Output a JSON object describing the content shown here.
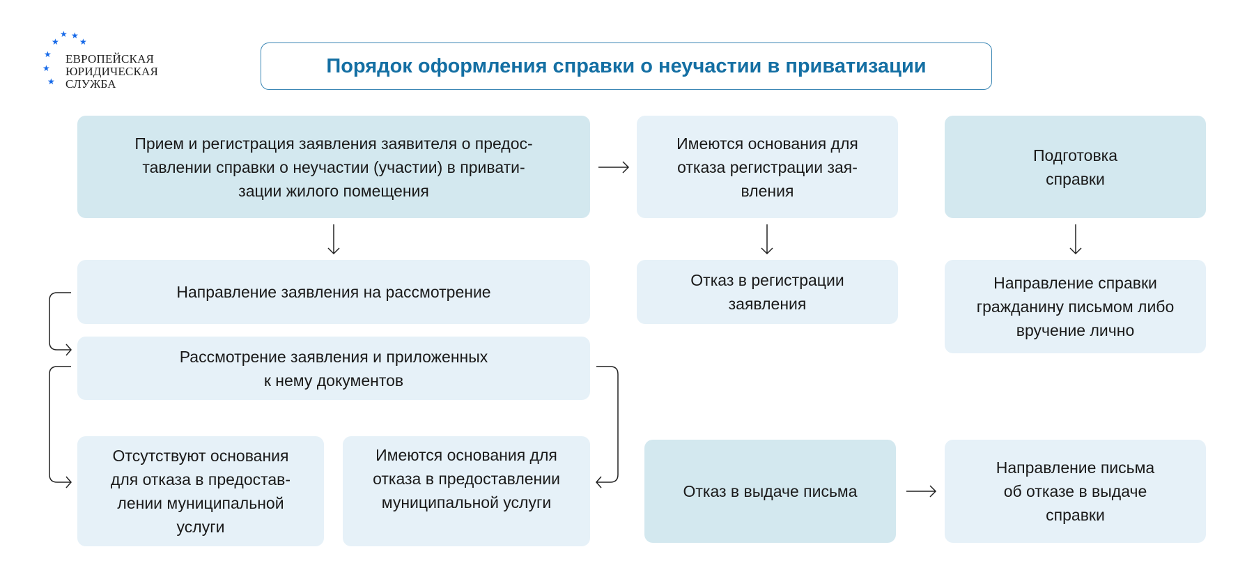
{
  "logo": {
    "lines": [
      "ЕВРОПЕЙСКАЯ",
      "ЮРИДИЧЕСКАЯ",
      "СЛУЖБА"
    ]
  },
  "title": "Порядок оформления справки о неучастии в приватизации",
  "colors": {
    "accent": "#146fa3",
    "box_light": "#e6f1f8",
    "box_dark": "#d3e8ef",
    "arrow": "#222222"
  },
  "boxes": {
    "reception": [
      "Прием и регистрация заявления заявителя о предос-",
      "тавлении справки о неучастии (участии) в привати-",
      "зации жилого помещения"
    ],
    "refusal_grounds_registration": [
      "Имеются основания для",
      "отказа регистрации зая-",
      "вления"
    ],
    "preparation": [
      "Подготовка",
      "справки"
    ],
    "send_for_review": [
      "Направление заявления на рассмотрение"
    ],
    "registration_refusal": [
      "Отказ в регистрации",
      "заявления"
    ],
    "send_certificate": [
      "Направление справки",
      "гражданину письмом либо",
      "вручение лично"
    ],
    "review": [
      "Рассмотрение заявления и приложенных",
      "к нему документов"
    ],
    "no_grounds": [
      "Отсутствуют основания",
      "для отказа в предостав-",
      "лении муниципальной",
      "услуги"
    ],
    "grounds": [
      "Имеются основания для",
      "отказа в предоставлении",
      "муниципальной услуги"
    ],
    "letter_refusal": [
      "Отказ в выдаче письма"
    ],
    "send_refusal_letter": [
      "Направление письма",
      "об отказе в выдаче",
      "справки"
    ]
  }
}
